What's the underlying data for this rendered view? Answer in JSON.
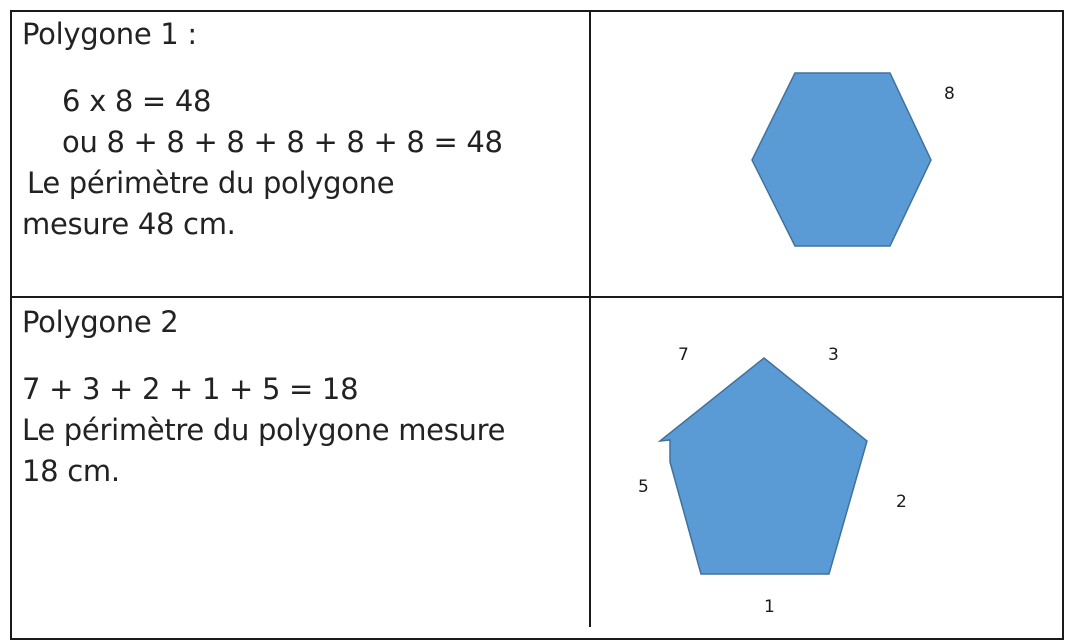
{
  "polygon1": {
    "title": "Polygone 1 :",
    "line1": "6 x 8 = 48",
    "line2": "ou 8 + 8 + 8 + 8 + 8 + 8 = 48",
    "line3": "Le périmètre du polygone",
    "line4": "mesure 48 cm.",
    "side_label": "8",
    "shape": "hexagon",
    "fill": "#5b9bd5",
    "stroke": "#41719c"
  },
  "polygon2": {
    "title": "Polygone 2",
    "line1": "7 + 3 + 2 + 1 + 5 = 18",
    "line2": "Le périmètre du polygone mesure",
    "line3": "18 cm.",
    "side_labels": {
      "top_left": "7",
      "top_right": "3",
      "right": "2",
      "bottom": "1",
      "left": "5"
    },
    "shape": "pentagon",
    "fill": "#5b9bd5",
    "stroke": "#41719c"
  }
}
